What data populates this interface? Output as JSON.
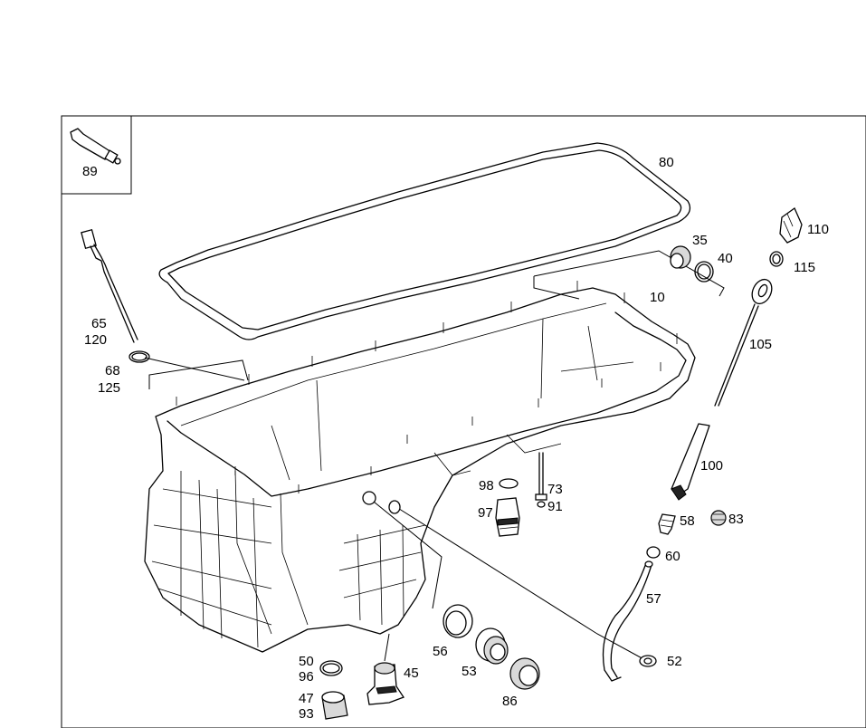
{
  "diagram": {
    "labels": {
      "l89": "89",
      "l80": "80",
      "l110": "110",
      "l35": "35",
      "l40": "40",
      "l115": "115",
      "l10": "10",
      "l105": "105",
      "l65": "65",
      "l120": "120",
      "l68": "68",
      "l125": "125",
      "l100": "100",
      "l98": "98",
      "l73": "73",
      "l97": "97",
      "l91": "91",
      "l58": "58",
      "l83": "83",
      "l60": "60",
      "l57": "57",
      "l56": "56",
      "l53": "53",
      "l52": "52",
      "l50": "50",
      "l96": "96",
      "l45": "45",
      "l47": "47",
      "l93": "93",
      "l86": "86"
    }
  }
}
